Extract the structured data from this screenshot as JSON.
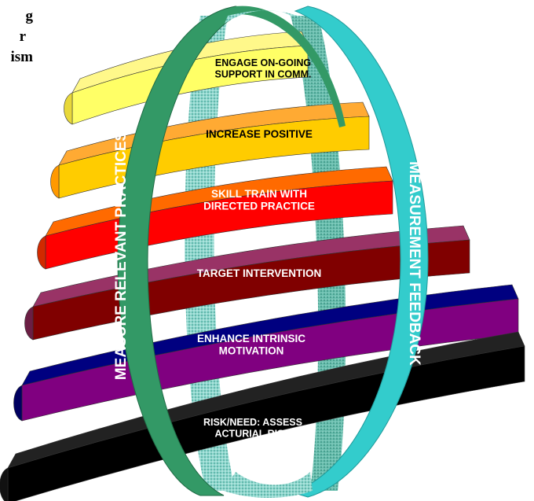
{
  "cutoff_text": [
    "g",
    "r",
    "ism"
  ],
  "bands": [
    {
      "id": "engage",
      "lines": [
        "ENGAGE ON-GOING",
        "SUPPORT IN COMM."
      ],
      "text_color": "#000000",
      "colors": {
        "top": "#fff88a",
        "front": "#ffff66",
        "shade": "#e8d83a"
      }
    },
    {
      "id": "positive",
      "lines": [
        "INCREASE POSITIVE"
      ],
      "text_color": "#000000",
      "colors": {
        "top": "#ffaa33",
        "front": "#ffcc00",
        "shade": "#ff9900"
      }
    },
    {
      "id": "skill",
      "lines": [
        "SKILL TRAIN WITH",
        "DIRECTED PRACTICE"
      ],
      "text_color": "#ffffff",
      "colors": {
        "top": "#ff6a00",
        "front": "#ff0000",
        "shade": "#d12a00"
      }
    },
    {
      "id": "target",
      "lines": [
        "TARGET INTERVENTION"
      ],
      "text_color": "#ffffff",
      "colors": {
        "top": "#993366",
        "front": "#800000",
        "shade": "#6b1e44"
      }
    },
    {
      "id": "enhance",
      "lines": [
        "ENHANCE INTRINSIC",
        "MOTIVATION"
      ],
      "text_color": "#ffffff",
      "colors": {
        "top": "#000080",
        "front": "#800080",
        "shade": "#000060"
      }
    },
    {
      "id": "risk",
      "lines": [
        "RISK/NEED: ASSESS",
        "ACTURIAL RISK"
      ],
      "text_color": "#ffffff",
      "colors": {
        "top": "#222222",
        "front": "#000000",
        "shade": "#111111"
      }
    }
  ],
  "rings": {
    "left": {
      "label": "MEASURE RELEVANT PRACTICES",
      "color": "#339966",
      "text_color": "#ffffff"
    },
    "right": {
      "label": "MEASUREMENT FEEDBACK",
      "color": "#33cccc",
      "text_color": "#ffffff"
    },
    "inner_color": "#7ccfc6"
  }
}
